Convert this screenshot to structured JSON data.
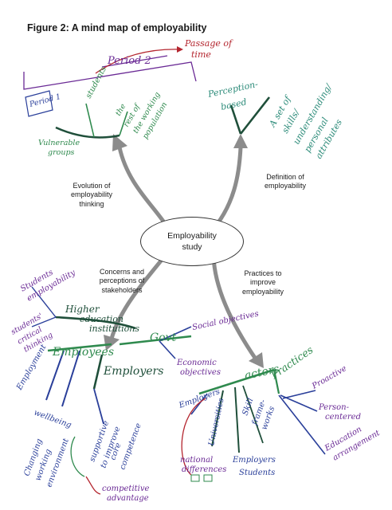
{
  "title": "Figure 2: A mind map of employability",
  "central_node": "Employability\nstudy",
  "branch_labels": {
    "top_left": "Evolution of\nemployability\nthinking",
    "top_right": "Definition of\nemployability",
    "bottom_left": "Concerns and\nperceptions of\nstakeholders",
    "bottom_right": "Practices to\nimprove\nemployability"
  },
  "handwritten": {
    "period_2": "Period 2",
    "passage_1": "Passage of",
    "passage_2": "time",
    "period_1": "Period 1",
    "students_tl": "students",
    "vulnerable_1": "Vulnerable",
    "vulnerable_2": "groups",
    "rest_1": "the",
    "rest_2": "rest of",
    "rest_3": "the working",
    "rest_4": "population",
    "perception_1": "Perception-",
    "perception_2": "based",
    "skills_1": "A set of",
    "skills_2": "skills/",
    "skills_3": "understanding/",
    "skills_4": "personal",
    "skills_5": "attributes",
    "students_emp_1": "Students",
    "students_emp_2": "employability",
    "he_1": "Higher",
    "he_2": "education",
    "he_3": "institutions",
    "critical_1": "students'",
    "critical_2": "critical",
    "critical_3": "thinking",
    "employees": "Employees",
    "govt": "Govt",
    "social": "Social objectives",
    "economic_1": "Economic",
    "economic_2": "objectives",
    "employers": "Employers",
    "employment": "Employment",
    "wellbeing": "wellbeing",
    "changing_1": "Changing",
    "changing_2": "working",
    "changing_3": "environment",
    "support_1": "supportive",
    "support_2": "to improve",
    "support_3": "core",
    "support_4": "competence",
    "competitive_1": "competitive",
    "competitive_2": "advantage",
    "actors": "actors",
    "practices": "Practices",
    "proactive": "Proactive",
    "person_1": "Person-",
    "person_2": "centered",
    "education_1": "Education",
    "education_2": "arrangement",
    "employers_br": "Employers",
    "universities": "Universities",
    "skill_1": "Skill",
    "skill_2": "frame-",
    "skill_3": "works",
    "emp_students_1": "Employers",
    "emp_students_2": "Students",
    "national_1": "national",
    "national_2": "differences"
  }
}
